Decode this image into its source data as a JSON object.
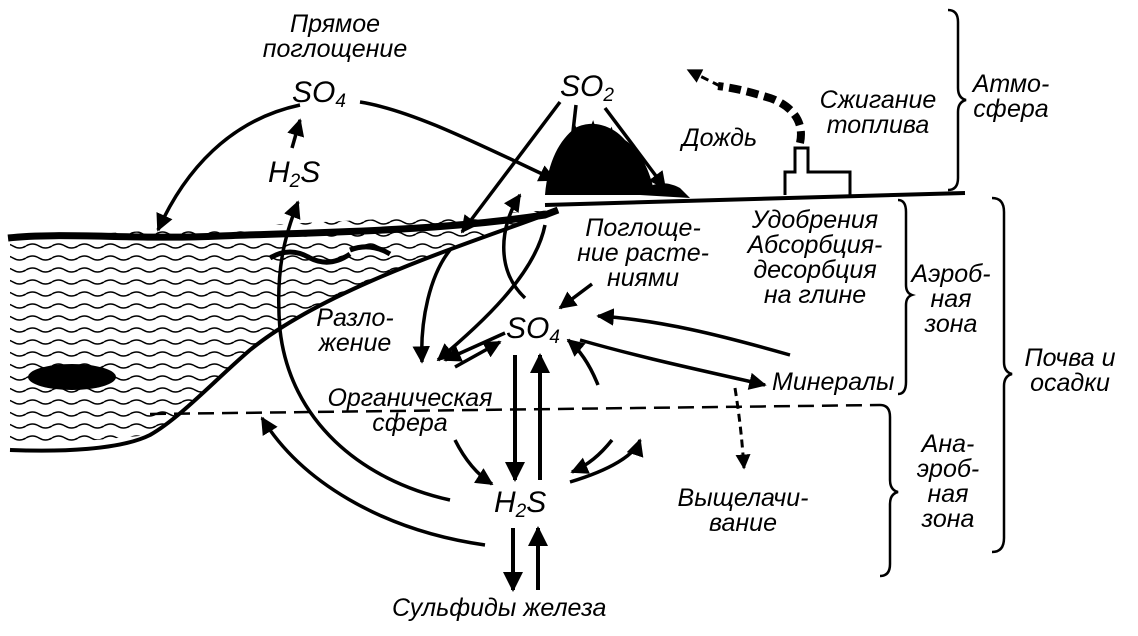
{
  "labels": {
    "direct_absorption_1": "Прямое",
    "direct_absorption_2": "поглощение",
    "rain": "Дождь",
    "fuel_burning_1": "Сжигание",
    "fuel_burning_2": "топлива",
    "atmosphere_1": "Атмо-",
    "atmosphere_2": "сфера",
    "plant_uptake_1": "Поглоще-",
    "plant_uptake_2": "ние расте-",
    "plant_uptake_3": "ниями",
    "fertilizers": "Удобрения",
    "absorption_1": "Абсорбция-",
    "absorption_2": "десорбция",
    "absorption_3": "на глине",
    "aerobic_1": "Аэроб-",
    "aerobic_2": "ная",
    "aerobic_3": "зона",
    "soil_1": "Почва и",
    "soil_2": "осадки",
    "decomposition_1": "Разло-",
    "decomposition_2": "жение",
    "organic_1": "Органическая",
    "organic_2": "сфера",
    "minerals": "Минералы",
    "anaerobic_1": "Ана-",
    "anaerobic_2": "эроб-",
    "anaerobic_3": "ная",
    "anaerobic_4": "зона",
    "leaching_1": "Выщелачи-",
    "leaching_2": "вание",
    "iron_sulfides": "Сульфиды железа"
  },
  "chem": {
    "so_top_base": "SO",
    "so_top_sub": "4",
    "h2s_top_h": "H",
    "h2s_top_sub": "2",
    "h2s_top_s": "S",
    "so2_base": "SO",
    "so2_sub": "2",
    "so4_mid_base": "SO",
    "so4_mid_sub": "4",
    "h2s_bot_h": "H",
    "h2s_bot_sub": "2",
    "h2s_bot_s": "S"
  }
}
